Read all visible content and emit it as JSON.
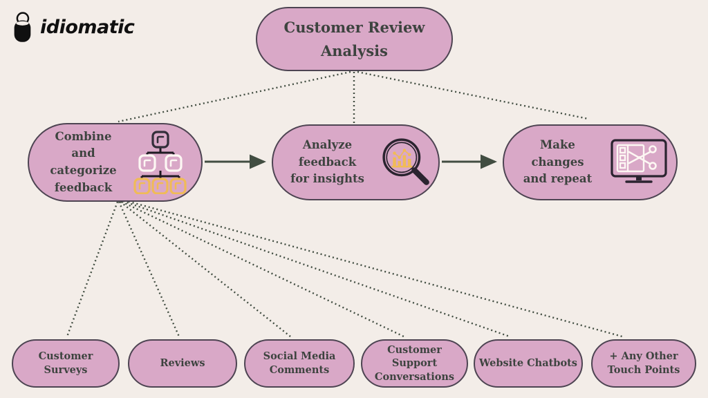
{
  "logo": {
    "text": "idiomatic",
    "icon": "bucket-logo-icon"
  },
  "colors": {
    "background": "#f3ede8",
    "node_fill": "#d9a8c7",
    "node_border": "#4d4452",
    "text": "#3d433f",
    "connector": "#414d41",
    "accent_yellow": "#f0bb57",
    "icon_white": "#fdf7f3",
    "icon_dark": "#2b2430",
    "logo_black": "#101010"
  },
  "nodes": {
    "root": {
      "line1": "Customer Review",
      "line2": "Analysis"
    },
    "combine": {
      "line1": "Combine and",
      "line2": "categorize",
      "line3": "feedback",
      "icon": "org-hierarchy-icon"
    },
    "analyze": {
      "line1": "Analyze feedback",
      "line2": "for insights",
      "icon": "magnifier-chart-icon"
    },
    "changes": {
      "line1": "Make changes",
      "line2": "and repeat",
      "icon": "monitor-scissors-icon"
    },
    "sources": [
      {
        "line1": "Customer Surveys",
        "line2": ""
      },
      {
        "line1": "Reviews",
        "line2": ""
      },
      {
        "line1": "Social Media",
        "line2": "Comments"
      },
      {
        "line1": "Customer Support",
        "line2": "Conversations"
      },
      {
        "line1": "Website Chatbots",
        "line2": ""
      },
      {
        "line1": "+ Any Other",
        "line2": "Touch Points"
      }
    ]
  }
}
